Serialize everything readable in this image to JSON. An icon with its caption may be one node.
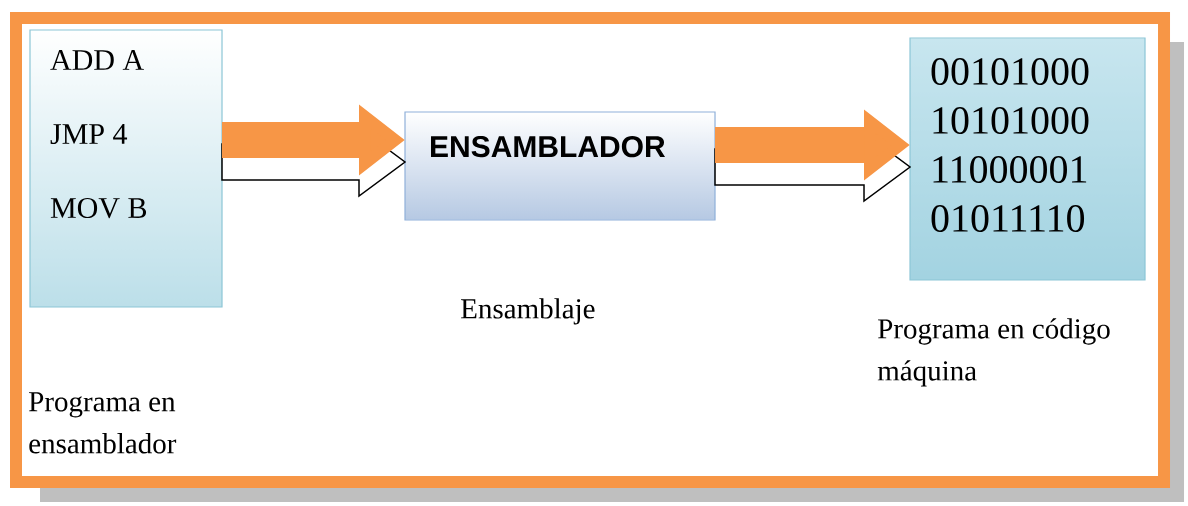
{
  "diagram": {
    "nodes": [
      {
        "text": [
          "ADD  A",
          "JMP    4",
          "MOV  B"
        ],
        "beside": [
          "Programa en ensamblador"
        ]
      },
      {
        "text": [
          "ENSAMBLADOR"
        ],
        "beside": [
          "Ensamblaje"
        ]
      },
      {
        "text": [
          "00101000",
          "10101000",
          "11000001",
          "01011110"
        ],
        "beside": [
          "Programa en código máquina"
        ]
      }
    ],
    "edges": [
      {
        "from": 0,
        "to": 1,
        "arrow": "to"
      },
      {
        "from": 1,
        "to": 2,
        "arrow": "to"
      }
    ]
  }
}
